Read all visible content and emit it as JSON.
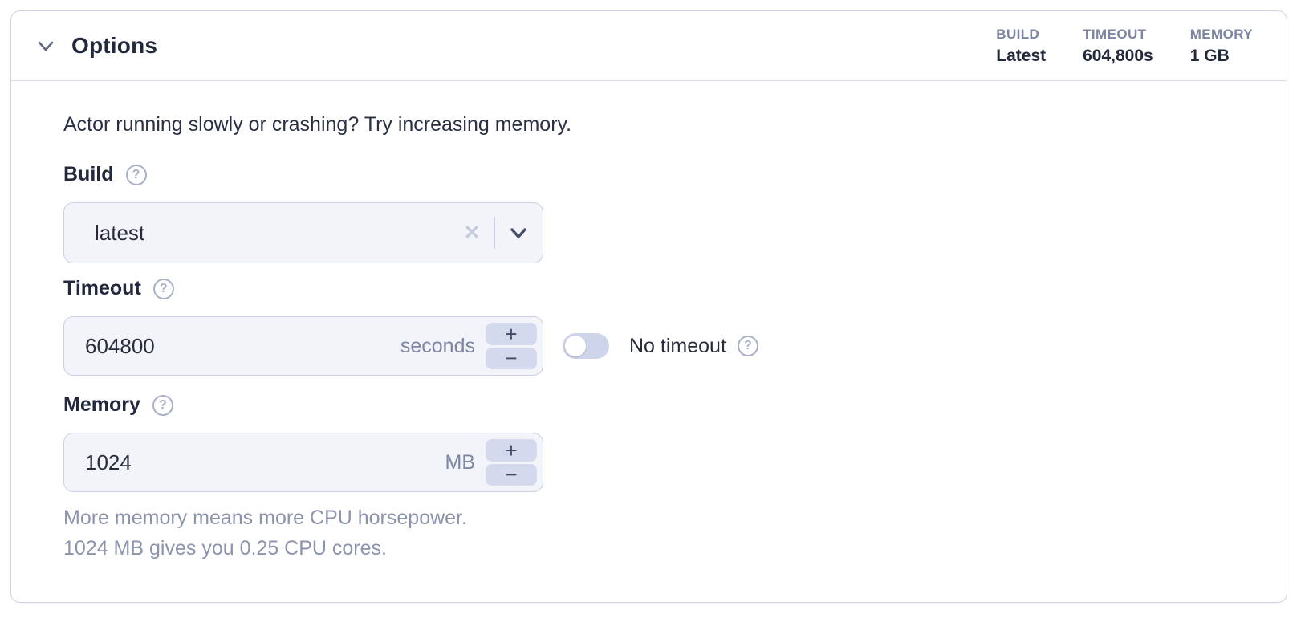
{
  "panel": {
    "title": "Options",
    "stats": [
      {
        "label": "BUILD",
        "value": "Latest"
      },
      {
        "label": "TIMEOUT",
        "value": "604,800s"
      },
      {
        "label": "MEMORY",
        "value": "1 GB"
      }
    ],
    "intro": "Actor running slowly or crashing? Try increasing memory.",
    "fields": {
      "build": {
        "label": "Build",
        "value": "latest"
      },
      "timeout": {
        "label": "Timeout",
        "value": "604800",
        "unit": "seconds",
        "toggle_label": "No timeout",
        "toggle_state": "off"
      },
      "memory": {
        "label": "Memory",
        "value": "1024",
        "unit": "MB",
        "help_line1": "More memory means more CPU horsepower.",
        "help_line2": "1024 MB gives you 0.25 CPU cores."
      }
    },
    "icons": {
      "help": "?",
      "clear": "✕",
      "plus": "+",
      "minus": "−"
    },
    "colors": {
      "card_border": "#ced3ea",
      "field_bg": "#f3f4fa",
      "field_border": "#c9cfe6",
      "stepper_bg": "#d4d9ee",
      "toggle_track": "#ced4ea",
      "muted_text": "#7c86a2",
      "dark_text": "#272c3d",
      "help_text": "#8b93ad"
    }
  }
}
